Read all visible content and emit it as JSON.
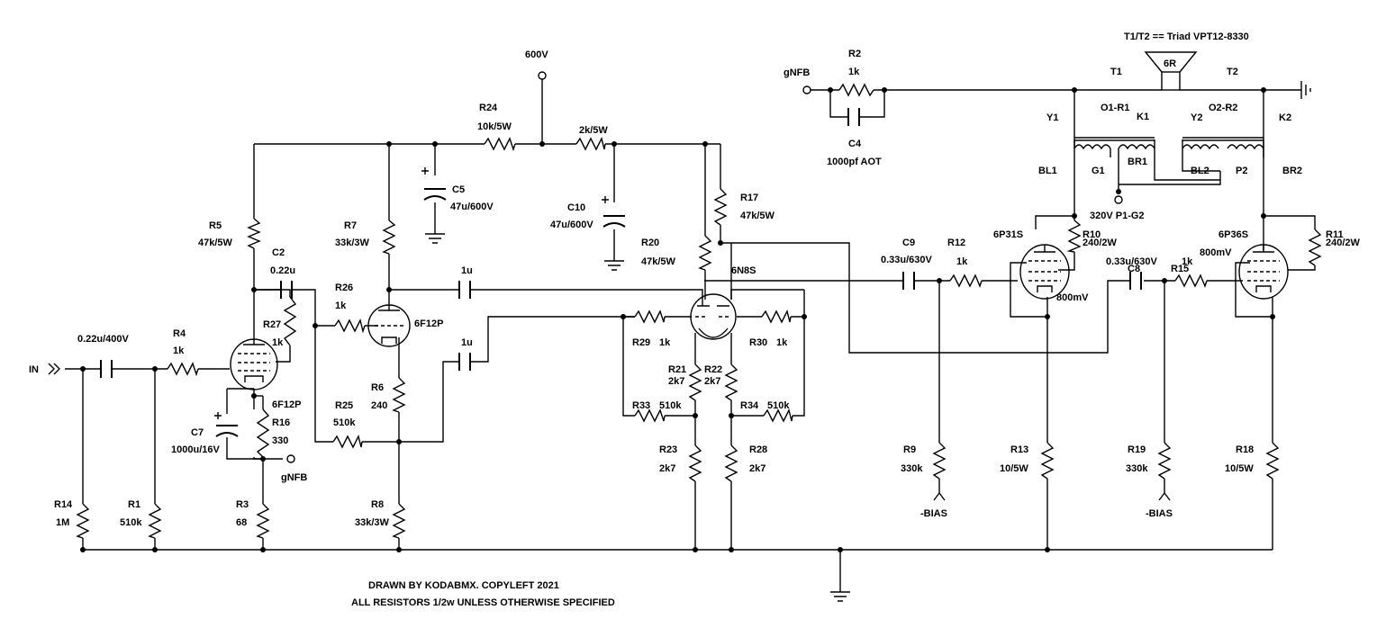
{
  "input": {
    "label": "IN"
  },
  "supply": {
    "label": "600V"
  },
  "transformer": {
    "note": "T1/T2 == Triad VPT12-8330",
    "t1": "T1",
    "t2": "T2",
    "speaker": "6R",
    "y1": "Y1",
    "o1r1": "O1-R1",
    "k1": "K1",
    "y2": "Y2",
    "o2r2": "O2-R2",
    "k2": "K2",
    "bl1": "BL1",
    "g1": "G1",
    "br1": "BR1",
    "bl2": "BL2",
    "p2": "P2",
    "br2": "BR2",
    "g2": "320V P1-G2"
  },
  "tubes": {
    "v1": "6F12P",
    "v2": "6F12P",
    "v3": "6N8S",
    "v4": "6P31S",
    "v5": "6P36S"
  },
  "resistors": {
    "r1": {
      "name": "R1",
      "value": "510k"
    },
    "r2": {
      "name": "R2",
      "value": "1k"
    },
    "r3": {
      "name": "R3",
      "value": "68"
    },
    "r4": {
      "name": "R4",
      "value": "1k"
    },
    "r5": {
      "name": "R5",
      "value": "47k/5W"
    },
    "r6": {
      "name": "R6",
      "value": "240"
    },
    "r7": {
      "name": "R7",
      "value": "33k/3W"
    },
    "r8": {
      "name": "R8",
      "value": "33k/3W"
    },
    "r9": {
      "name": "R9",
      "value": "330k"
    },
    "r10": {
      "name": "R10",
      "value": "240/2W"
    },
    "r11": {
      "name": "R11",
      "value": "240/2W"
    },
    "r12": {
      "name": "R12",
      "value": "1k"
    },
    "r13": {
      "name": "R13",
      "value": "10/5W"
    },
    "r14": {
      "name": "R14",
      "value": "1M"
    },
    "r15": {
      "name": "R15",
      "value": "1k"
    },
    "r16": {
      "name": "R16",
      "value": "330"
    },
    "r17": {
      "name": "R17",
      "value": "47k/5W"
    },
    "r18": {
      "name": "R18",
      "value": "10/5W"
    },
    "r19": {
      "name": "R19",
      "value": "330k"
    },
    "r20": {
      "name": "R20",
      "value": "47k/5W"
    },
    "r21": {
      "name": "R21",
      "value": "2k7"
    },
    "r22": {
      "name": "R22",
      "value": "2k7"
    },
    "r23": {
      "name": "R23",
      "value": "2k7"
    },
    "r24": {
      "name": "R24",
      "value": "10k/5W"
    },
    "r25": {
      "name": "R25",
      "value": "510k"
    },
    "r26": {
      "name": "R26",
      "value": "1k"
    },
    "r27": {
      "name": "R27",
      "value": "1k"
    },
    "r28": {
      "name": "R28",
      "value": "2k7"
    },
    "r29": {
      "name": "R29",
      "value": "1k"
    },
    "r30": {
      "name": "R30",
      "value": "1k"
    },
    "r33": {
      "name": "R33",
      "value": "510k"
    },
    "r34": {
      "name": "R34",
      "value": "510k"
    },
    "rdrop": {
      "value": "2k/5W"
    }
  },
  "capacitors": {
    "cin": {
      "value": "0.22u/400V"
    },
    "c2": {
      "name": "C2",
      "value": "0.22u"
    },
    "c4": {
      "name": "C4",
      "value": "1000pf AOT"
    },
    "c5": {
      "name": "C5",
      "value": "47u/600V"
    },
    "c7": {
      "name": "C7",
      "value": "1000u/16V"
    },
    "c8": {
      "name": "C8",
      "value": "0.33u/630V"
    },
    "c9": {
      "name": "C9",
      "value": "0.33u/630V"
    },
    "c10": {
      "name": "C10",
      "value": "47u/600V"
    },
    "cu1": {
      "value": "1u"
    },
    "cu2": {
      "value": "1u"
    }
  },
  "nodes": {
    "gnfb_in": "gNFB",
    "gnfb_out": "gNFB",
    "bias1": "-BIAS",
    "bias2": "-BIAS",
    "mv1": "800mV",
    "mv2": "800mV"
  },
  "footer": {
    "line1": "DRAWN BY KODABMX. COPYLEFT 2021",
    "line2": "ALL RESISTORS 1/2w UNLESS OTHERWISE SPECIFIED"
  }
}
